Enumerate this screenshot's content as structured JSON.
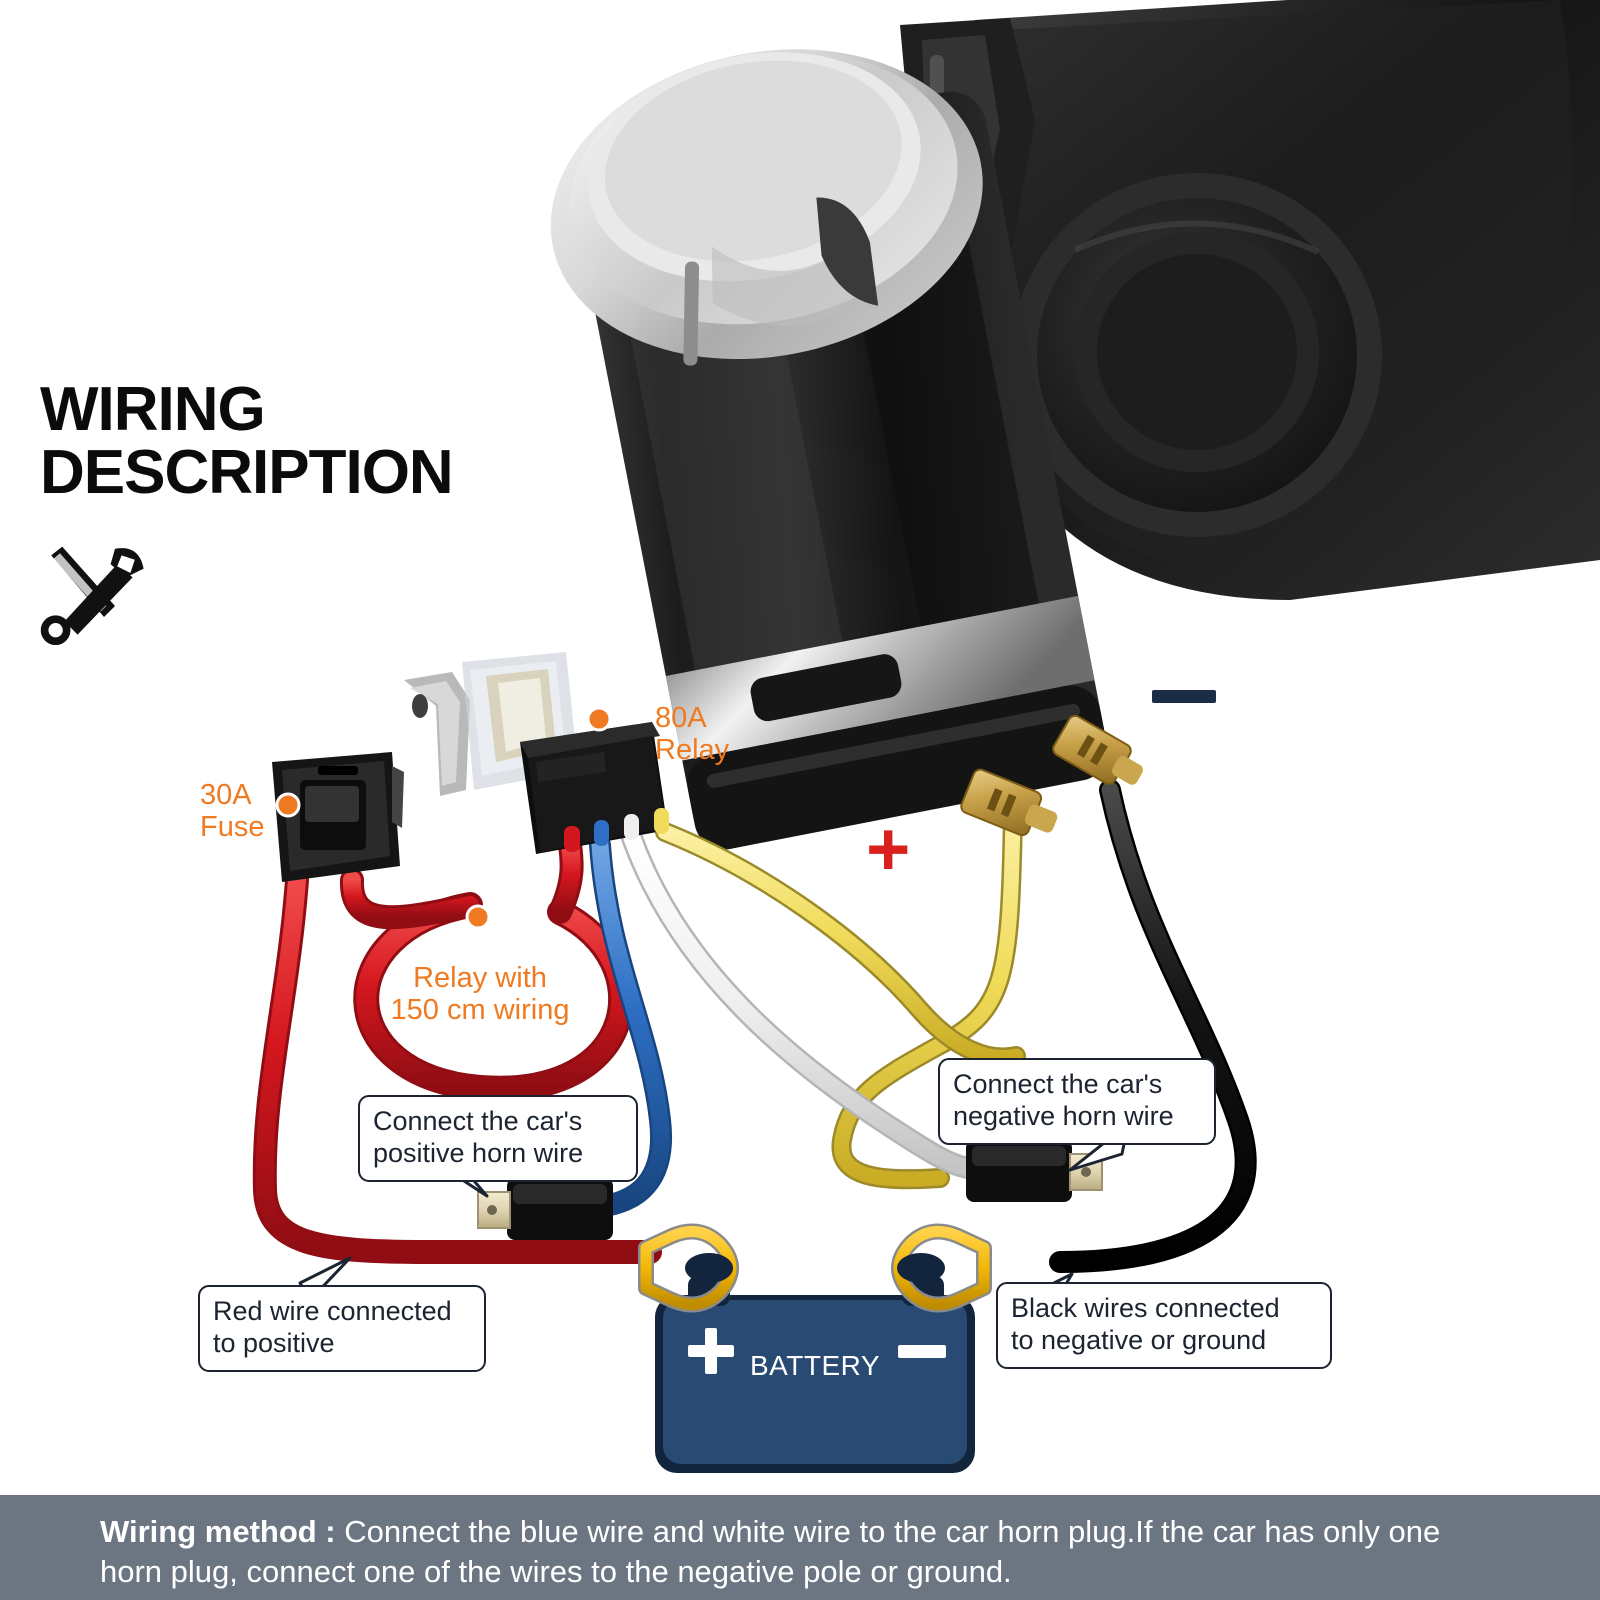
{
  "header": {
    "title_line1": "WIRING",
    "title_line2": "DESCRIPTION",
    "tool_icon": "wrench-screwdriver-icon"
  },
  "components": {
    "fuse_label": "30A\nFuse",
    "relay_label": "80A\nRelay",
    "coil_label": "Relay with\n150 cm wiring",
    "battery_label": "BATTERY",
    "battery_plus": "+",
    "battery_minus": "–",
    "horn_plus": "+",
    "horn_minus": "–"
  },
  "callouts": {
    "positive_horn": "Connect the car's\npositive horn wire",
    "negative_horn": "Connect the car's\nnegative horn wire",
    "red_wire": "Red wire connected\nto positive",
    "black_wire": "Black wires connected\nto negative or ground"
  },
  "banner": {
    "lead": "Wiring method : ",
    "body": "Connect the blue wire and white wire to the car horn plug.If the car has only one horn plug, connect one of the wires to the negative pole or ground."
  },
  "colors": {
    "orange_label": "#ef7a21",
    "red_wire": "#d4161e",
    "blue_wire": "#2d6fc4",
    "white_wire": "#f2f2f2",
    "yellow_wire": "#f0dc5a",
    "black_wire": "#1a1a1a",
    "battery_body": "#294a72",
    "battery_border": "#13253c",
    "terminal_gold": "#f2b705",
    "banner_bg": "#6c7683",
    "callout_border": "#1b2430",
    "plus_red": "#d9201c",
    "minus_navy": "#1b2d46"
  }
}
